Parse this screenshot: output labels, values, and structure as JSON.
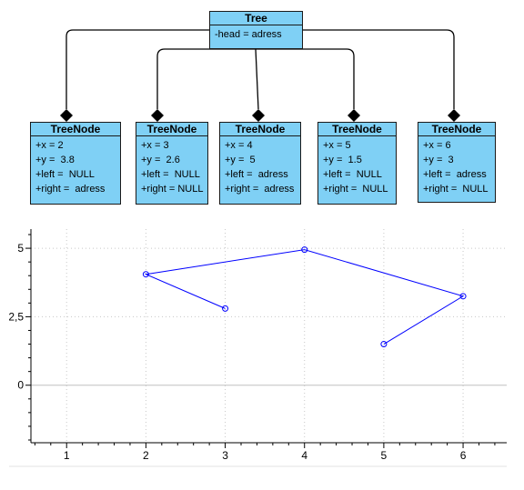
{
  "diagram": {
    "root": {
      "title": "Tree",
      "attributes": [
        "-head = adress"
      ]
    },
    "nodes": [
      {
        "title": "TreeNode",
        "attributes": [
          "+x = 2",
          "+y =  3.8",
          "+left =  NULL",
          "+right =  adress"
        ]
      },
      {
        "title": "TreeNode",
        "attributes": [
          "+x = 3",
          "+y =  2.6",
          "+left =  NULL",
          "+right = NULL"
        ]
      },
      {
        "title": "TreeNode",
        "attributes": [
          "+x = 4",
          "+y =  5",
          "+left =  adress",
          "+right =  adress"
        ]
      },
      {
        "title": "TreeNode",
        "attributes": [
          "+x = 5",
          "+y =  1.5",
          "+left =  NULL",
          "+right =  NULL"
        ]
      },
      {
        "title": "TreeNode",
        "attributes": [
          "+x = 6",
          "+y =  3",
          "+left =  adress",
          "+right =  NULL"
        ]
      }
    ]
  },
  "chart_data": {
    "type": "line",
    "series": [
      {
        "x": [
          3,
          2,
          4,
          6,
          5
        ],
        "y": [
          2.8,
          4.05,
          4.95,
          3.25,
          1.5
        ]
      }
    ],
    "xlim": [
      0.55,
      6.55
    ],
    "ylim": [
      -2.1,
      5.7
    ],
    "x_ticks": [
      "1",
      "2",
      "3",
      "4",
      "5",
      "6"
    ],
    "x_tick_values": [
      1,
      2,
      3,
      4,
      5,
      6
    ],
    "y_ticks": [
      "0",
      "2,5",
      "5"
    ],
    "y_tick_values": [
      0,
      2.5,
      5
    ],
    "grid": true,
    "line_color": "#0000ff",
    "zero_line_color": "#c0c0c0"
  }
}
